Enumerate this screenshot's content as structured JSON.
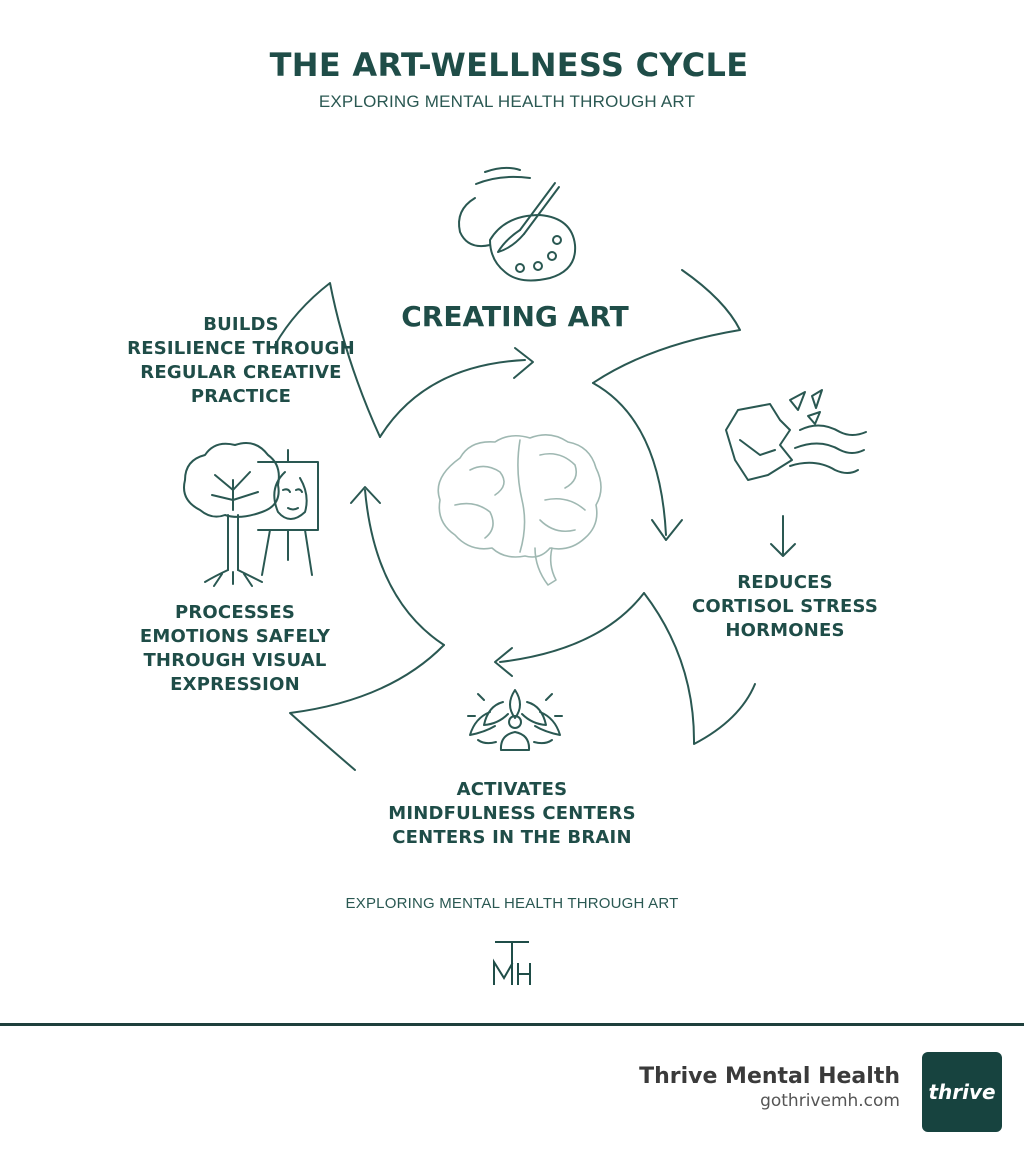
{
  "header": {
    "title": "THE ART-WELLNESS CYCLE",
    "subtitle": "EXPLORING MENTAL HEALTH THROUGH ART"
  },
  "diagram": {
    "center_label": "CREATING ART",
    "steps": [
      {
        "lines": [
          "REDUCES",
          "CORTISOL STRESS",
          "HORMONES"
        ],
        "icon": "torn-paper-icon"
      },
      {
        "lines": [
          "ACTIVATES",
          "MINDFULNESS CENTERS",
          "CENTERS IN THE BRAIN"
        ],
        "icon": "meditating-lotus-icon"
      },
      {
        "lines": [
          "PROCESSES",
          "EMOTIONS SAFELY",
          "THROUGH VISUAL",
          "EXPRESSION"
        ],
        "icon": "tree-easel-icon"
      },
      {
        "lines": [
          "BUILDS",
          "RESILIENCE THROUGH",
          "REGULAR CREATIVE",
          "PRACTICE"
        ],
        "icon": "none"
      }
    ],
    "top_icon": "palette-brush-icon",
    "center_icon": "brain-icon"
  },
  "footer": {
    "tagline": "EXPLORING MENTAL HEALTH THROUGH ART",
    "monogram": "TMH"
  },
  "brand": {
    "name": "Thrive Mental Health",
    "url": "gothrivemh.com",
    "logo_text": "thrive"
  },
  "colors": {
    "primary": "#1f4d48",
    "stroke": "#2a5852",
    "badge": "#17433f",
    "divider": "#1e3f3c",
    "brain": "#9fb8b2"
  }
}
